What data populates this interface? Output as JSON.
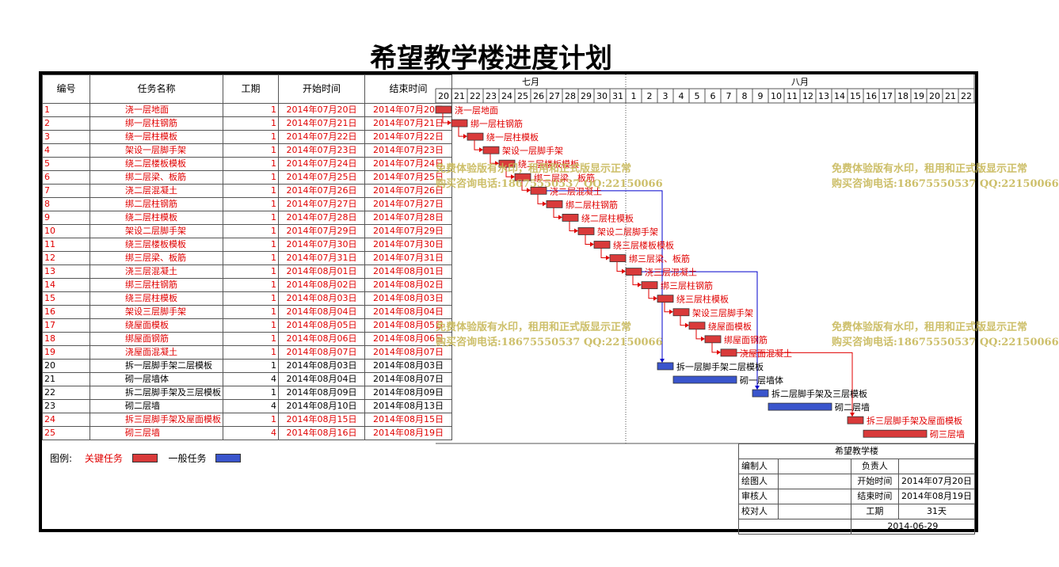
{
  "title": "希望教学楼进度计划",
  "table": {
    "headers": [
      "编号",
      "任务名称",
      "工期",
      "开始时间",
      "结束时间"
    ],
    "rows": [
      {
        "id": "1",
        "name": "浇一层地面",
        "dur": "1",
        "start": "2014年07月20日",
        "end": "2014年07月20日",
        "critical": true
      },
      {
        "id": "2",
        "name": "绑一层柱钢筋",
        "dur": "1",
        "start": "2014年07月21日",
        "end": "2014年07月21日",
        "critical": true
      },
      {
        "id": "3",
        "name": "绕一层柱模板",
        "dur": "1",
        "start": "2014年07月22日",
        "end": "2014年07月22日",
        "critical": true
      },
      {
        "id": "4",
        "name": "架设一层脚手架",
        "dur": "1",
        "start": "2014年07月23日",
        "end": "2014年07月23日",
        "critical": true
      },
      {
        "id": "5",
        "name": "绕二层楼板模板",
        "dur": "1",
        "start": "2014年07月24日",
        "end": "2014年07月24日",
        "critical": true
      },
      {
        "id": "6",
        "name": "绑二层梁、板筋",
        "dur": "1",
        "start": "2014年07月25日",
        "end": "2014年07月25日",
        "critical": true
      },
      {
        "id": "7",
        "name": "浇二层混凝土",
        "dur": "1",
        "start": "2014年07月26日",
        "end": "2014年07月26日",
        "critical": true
      },
      {
        "id": "8",
        "name": "绑二层柱钢筋",
        "dur": "1",
        "start": "2014年07月27日",
        "end": "2014年07月27日",
        "critical": true
      },
      {
        "id": "9",
        "name": "绕二层柱模板",
        "dur": "1",
        "start": "2014年07月28日",
        "end": "2014年07月28日",
        "critical": true
      },
      {
        "id": "10",
        "name": "架设二层脚手架",
        "dur": "1",
        "start": "2014年07月29日",
        "end": "2014年07月29日",
        "critical": true
      },
      {
        "id": "11",
        "name": "绕三层楼板模板",
        "dur": "1",
        "start": "2014年07月30日",
        "end": "2014年07月30日",
        "critical": true
      },
      {
        "id": "12",
        "name": "绑三层梁、板筋",
        "dur": "1",
        "start": "2014年07月31日",
        "end": "2014年07月31日",
        "critical": true
      },
      {
        "id": "13",
        "name": "浇三层混凝土",
        "dur": "1",
        "start": "2014年08月01日",
        "end": "2014年08月01日",
        "critical": true
      },
      {
        "id": "14",
        "name": "绑三层柱钢筋",
        "dur": "1",
        "start": "2014年08月02日",
        "end": "2014年08月02日",
        "critical": true
      },
      {
        "id": "15",
        "name": "绕三层柱模板",
        "dur": "1",
        "start": "2014年08月03日",
        "end": "2014年08月03日",
        "critical": true
      },
      {
        "id": "16",
        "name": "架设三层脚手架",
        "dur": "1",
        "start": "2014年08月04日",
        "end": "2014年08月04日",
        "critical": true
      },
      {
        "id": "17",
        "name": "绕屋面模板",
        "dur": "1",
        "start": "2014年08月05日",
        "end": "2014年08月05日",
        "critical": true
      },
      {
        "id": "18",
        "name": "绑屋面钢筋",
        "dur": "1",
        "start": "2014年08月06日",
        "end": "2014年08月06日",
        "critical": true
      },
      {
        "id": "19",
        "name": "浇屋面混凝土",
        "dur": "1",
        "start": "2014年08月07日",
        "end": "2014年08月07日",
        "critical": true
      },
      {
        "id": "20",
        "name": "拆一层脚手架二层模板",
        "dur": "1",
        "start": "2014年08月03日",
        "end": "2014年08月03日",
        "critical": false
      },
      {
        "id": "21",
        "name": "砌一层墙体",
        "dur": "4",
        "start": "2014年08月04日",
        "end": "2014年08月07日",
        "critical": false
      },
      {
        "id": "22",
        "name": "拆二层脚手架及三层模板",
        "dur": "1",
        "start": "2014年08月09日",
        "end": "2014年08月09日",
        "critical": false
      },
      {
        "id": "23",
        "name": "砌二层墙",
        "dur": "4",
        "start": "2014年08月10日",
        "end": "2014年08月13日",
        "critical": false
      },
      {
        "id": "24",
        "name": "拆三层脚手架及屋面模板",
        "dur": "1",
        "start": "2014年08月15日",
        "end": "2014年08月15日",
        "critical": true
      },
      {
        "id": "25",
        "name": "砌三层墙",
        "dur": "4",
        "start": "2014年08月16日",
        "end": "2014年08月19日",
        "critical": true
      }
    ]
  },
  "timeline": {
    "months": [
      {
        "label": "七月",
        "days": [
          "20",
          "21",
          "22",
          "23",
          "24",
          "25",
          "26",
          "27",
          "28",
          "29",
          "30",
          "31"
        ]
      },
      {
        "label": "八月",
        "days": [
          "1",
          "2",
          "3",
          "4",
          "5",
          "6",
          "7",
          "8",
          "9",
          "10",
          "11",
          "12",
          "13",
          "14",
          "15",
          "16",
          "17",
          "18",
          "19",
          "20",
          "21",
          "22"
        ]
      }
    ],
    "bars": [
      {
        "row": 0,
        "start": 0,
        "len": 1
      },
      {
        "row": 1,
        "start": 1,
        "len": 1
      },
      {
        "row": 2,
        "start": 2,
        "len": 1
      },
      {
        "row": 3,
        "start": 3,
        "len": 1
      },
      {
        "row": 4,
        "start": 4,
        "len": 1
      },
      {
        "row": 5,
        "start": 5,
        "len": 1
      },
      {
        "row": 6,
        "start": 6,
        "len": 1
      },
      {
        "row": 7,
        "start": 7,
        "len": 1
      },
      {
        "row": 8,
        "start": 8,
        "len": 1
      },
      {
        "row": 9,
        "start": 9,
        "len": 1
      },
      {
        "row": 10,
        "start": 10,
        "len": 1
      },
      {
        "row": 11,
        "start": 11,
        "len": 1
      },
      {
        "row": 12,
        "start": 12,
        "len": 1
      },
      {
        "row": 13,
        "start": 13,
        "len": 1
      },
      {
        "row": 14,
        "start": 14,
        "len": 1
      },
      {
        "row": 15,
        "start": 15,
        "len": 1
      },
      {
        "row": 16,
        "start": 16,
        "len": 1
      },
      {
        "row": 17,
        "start": 17,
        "len": 1
      },
      {
        "row": 18,
        "start": 18,
        "len": 1
      },
      {
        "row": 19,
        "start": 14,
        "len": 1
      },
      {
        "row": 20,
        "start": 15,
        "len": 4
      },
      {
        "row": 21,
        "start": 20,
        "len": 1
      },
      {
        "row": 22,
        "start": 21,
        "len": 4
      },
      {
        "row": 23,
        "start": 26,
        "len": 1
      },
      {
        "row": 24,
        "start": 27,
        "len": 4
      }
    ],
    "links": [
      {
        "from": 6,
        "to": 19,
        "color": "#0000cc"
      },
      {
        "from": 12,
        "to": 21,
        "color": "#0000cc"
      },
      {
        "from": 18,
        "to": 23,
        "color": "#e00000"
      }
    ]
  },
  "watermarks": [
    {
      "line1": "免费体验版有水印，租用和正式版显示正常",
      "line2": "购买咨询电话:18675550537 QQ:22150066"
    },
    {
      "line1": "免费体验版有水印，租用和正式版显示正常",
      "line2": "购买咨询电话:18675550537 QQ:22150066"
    },
    {
      "line1": "免费体验版有水印，租用和正式版显示正常",
      "line2": "购买咨询电话:18675550537 QQ:22150066"
    },
    {
      "line1": "免费体验版有水印，租用和正式版显示正常",
      "line2": "购买咨询电话:18675550537 QQ:22150066"
    }
  ],
  "legend": {
    "label": "图例:",
    "critical": "关键任务",
    "normal": "一般任务"
  },
  "info": {
    "project": "希望教学楼",
    "editor_label": "编制人",
    "editor": "",
    "owner_label": "负责人",
    "owner": "",
    "drawer_label": "绘图人",
    "drawer": "",
    "start_label": "开始时间",
    "start": "2014年07月20日",
    "reviewer_label": "审核人",
    "reviewer": "",
    "end_label": "结束时间",
    "end": "2014年08月19日",
    "checker_label": "校对人",
    "checker": "",
    "dur_label": "工期",
    "dur": "31天",
    "date": "2014-06-29"
  },
  "colors": {
    "critical": "#e00000",
    "normal": "#2030c0",
    "critical_fill": "#d93a3a",
    "normal_fill": "#3a55cc"
  }
}
